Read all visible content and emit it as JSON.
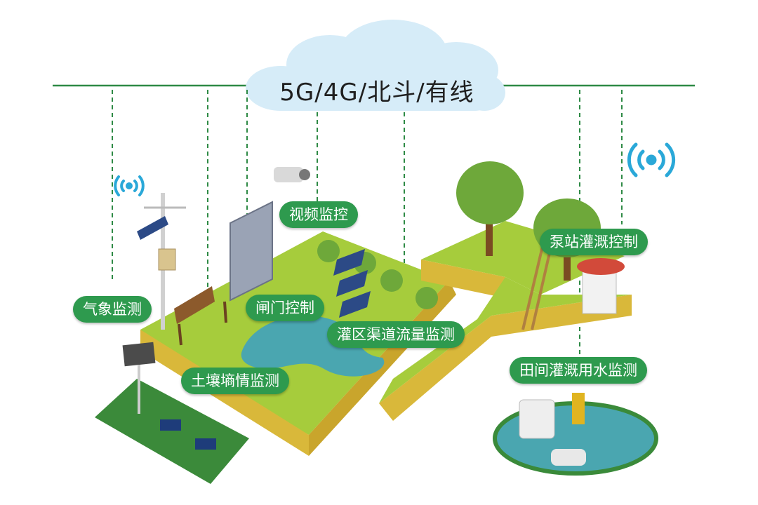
{
  "network": {
    "label": "5G/4G/北斗/有线"
  },
  "labels": {
    "weather": "气象监测",
    "video": "视频监控",
    "gate": "闸门控制",
    "soil": "土壤墒情监测",
    "channel_flow": "灌区渠道流量监测",
    "pump": "泵站灌溉控制",
    "field_water": "田间灌溉用水监测"
  },
  "colors": {
    "line_green": "#2e8a45",
    "label_green": "#2e9a4e",
    "grass": "#a6cc3c",
    "cloud": "#d6ecf8",
    "water": "#4aa6b0",
    "wifi": "#2aa8d8"
  }
}
